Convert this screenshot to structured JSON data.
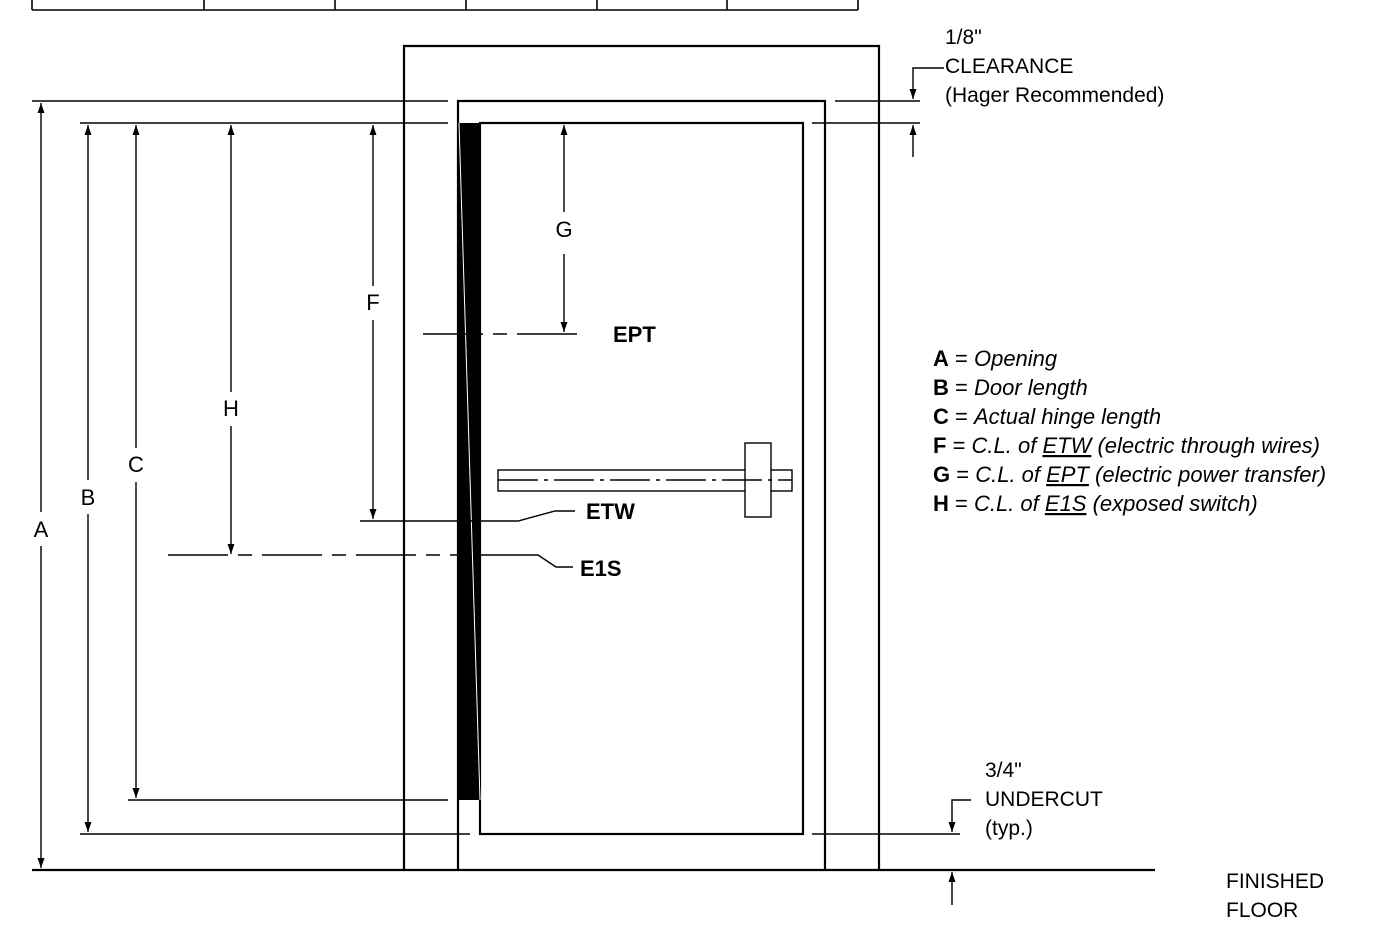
{
  "dimension_labels": {
    "A": "A",
    "B": "B",
    "C": "C",
    "F": "F",
    "G": "G",
    "H": "H"
  },
  "callouts": {
    "clearance": {
      "line1": "1/8\"",
      "line2": "CLEARANCE",
      "line3": "(Hager Recommended)"
    },
    "undercut": {
      "line1": "3/4\"",
      "line2": "UNDERCUT",
      "line3": "(typ.)"
    },
    "floor": {
      "line1": "FINISHED",
      "line2": "FLOOR"
    }
  },
  "prep_tags": {
    "ept": "EPT",
    "etw": "ETW",
    "e1s": "E1S"
  },
  "legend": [
    {
      "key": "A",
      "eq": " = ",
      "pre": "Opening",
      "under": "",
      "post": ""
    },
    {
      "key": "B",
      "eq": " = ",
      "pre": "Door length",
      "under": "",
      "post": ""
    },
    {
      "key": "C",
      "eq": " = ",
      "pre": "Actual hinge length",
      "under": "",
      "post": ""
    },
    {
      "key": "F",
      "eq": " = ",
      "pre": "C.L. of ",
      "under": "ETW",
      "post": " (electric through wires)"
    },
    {
      "key": "G",
      "eq": " = ",
      "pre": "C.L. of ",
      "under": "EPT",
      "post": " (electric power transfer)"
    },
    {
      "key": "H",
      "eq": " = ",
      "pre": "C.L. of ",
      "under": "E1S",
      "post": " (exposed switch)"
    }
  ]
}
